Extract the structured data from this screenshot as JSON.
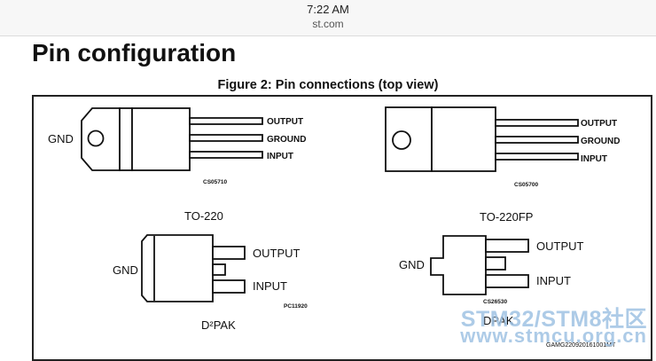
{
  "status_bar": {
    "time": "7:22 AM",
    "url": "st.com"
  },
  "page": {
    "heading": "Pin configuration",
    "figure_caption": "Figure 2: Pin connections (top view)"
  },
  "packages": {
    "to220": {
      "name": "TO-220",
      "gnd": "GND",
      "code": "CS05710",
      "pins": [
        "OUTPUT",
        "GROUND",
        "INPUT"
      ]
    },
    "to220fp": {
      "name": "TO-220FP",
      "code": "CS05700",
      "pins": [
        "OUTPUT",
        "GROUND",
        "INPUT"
      ]
    },
    "d2pak": {
      "name": "D²PAK",
      "gnd": "GND",
      "code": "PC11920",
      "pins": [
        "OUTPUT",
        "INPUT"
      ]
    },
    "dpak": {
      "name": "DPAK",
      "gnd": "GND",
      "code": "CS26530",
      "pins": [
        "OUTPUT",
        "INPUT"
      ]
    }
  },
  "figure_id": "GAMG220920161001MT",
  "watermark": {
    "line1": "STM32/STM8社区",
    "line2": "www.stmcu.org.cn"
  }
}
